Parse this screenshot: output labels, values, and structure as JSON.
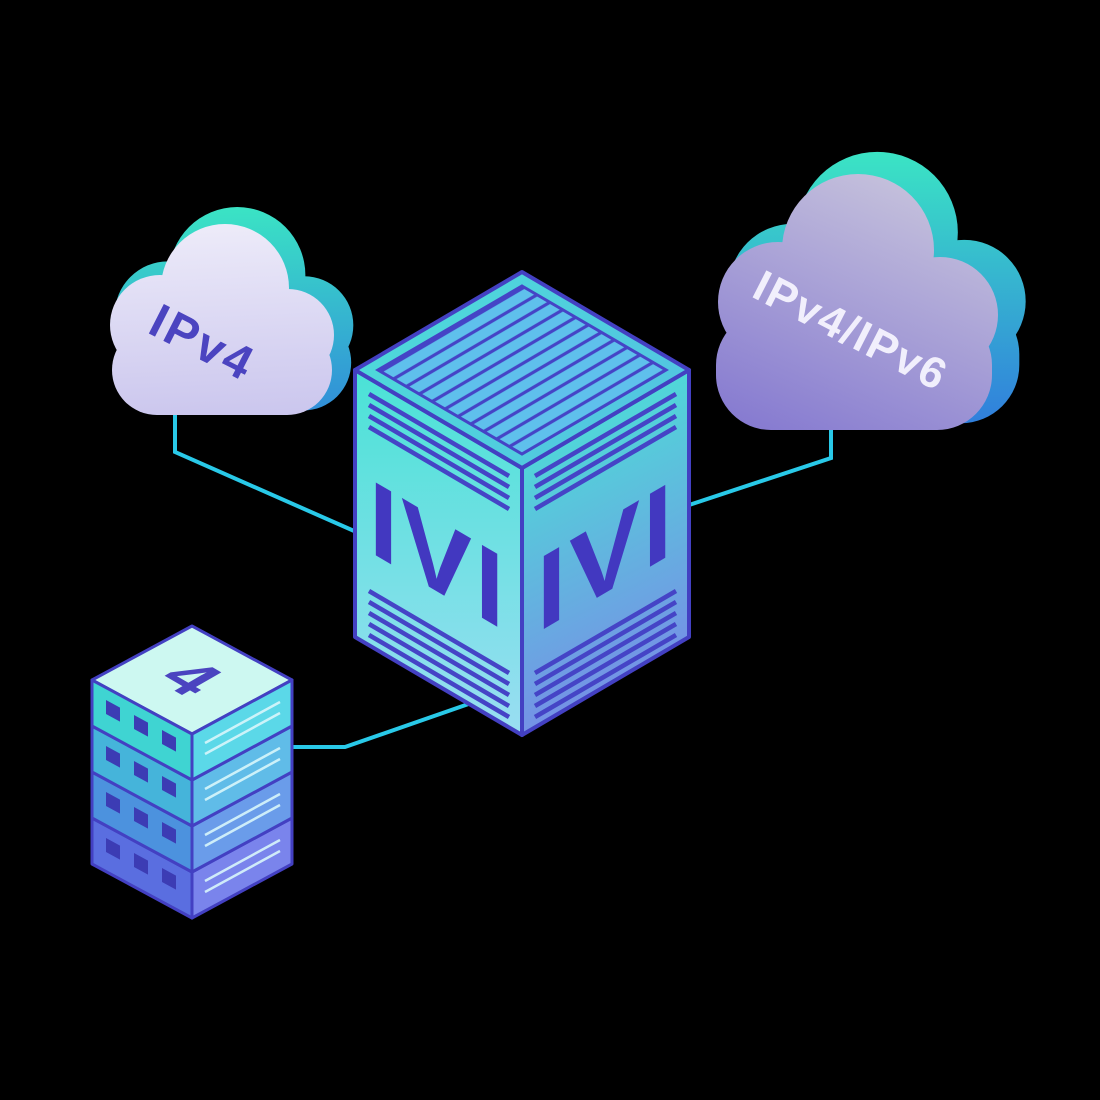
{
  "diagram": {
    "background": "#000000",
    "elements": [
      "ipv4-cloud",
      "dual-stack-cloud",
      "ivi-translator-box",
      "ipv4-server-rack",
      "connector-lines"
    ],
    "left_cloud": {
      "label": "IPv4"
    },
    "right_cloud": {
      "label": "IPv4/IPv6"
    },
    "translator_box": {
      "left_face_label": "IVI",
      "right_face_label": "IVI"
    },
    "server_rack": {
      "label": "4"
    },
    "colors": {
      "connector": "#29c9e8",
      "indigo": "#4b44c0",
      "cloud_text_light": "#f1effc",
      "teal": "#49dfd4",
      "mint": "#3beac3",
      "blue": "#2f6fe0",
      "lavender": "#e9e7f8",
      "purple": "#8579d0"
    }
  }
}
